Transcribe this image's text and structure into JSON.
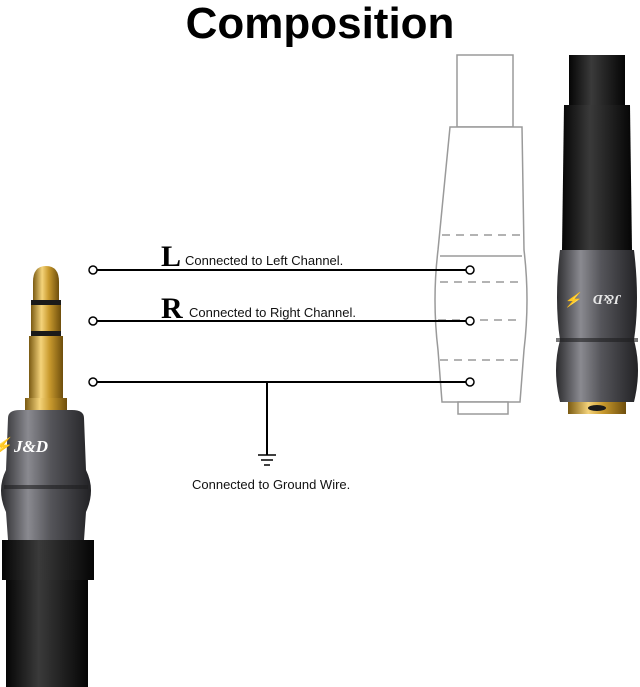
{
  "title": "Composition",
  "connections": [
    {
      "letter": "L",
      "label": "Connected to Left Channel."
    },
    {
      "letter": "R",
      "label": "Connected to Right Channel."
    }
  ],
  "ground_label": "Connected to Ground Wire.",
  "brand_logo": "J&D",
  "colors": {
    "line": "#000000",
    "gold": "#c99a2e",
    "housing": "#4a4a4e",
    "cable": "#1a1a1a",
    "outline": "#9a9a9a"
  }
}
